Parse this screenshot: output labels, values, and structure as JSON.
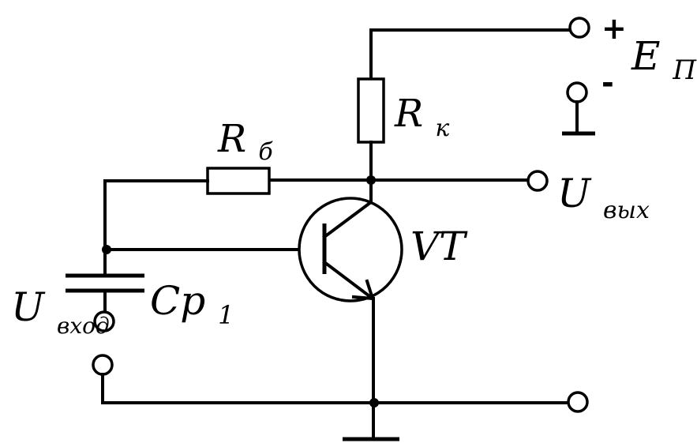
{
  "labels": {
    "supply_plus": "+",
    "supply_minus": "-",
    "supply_main": "E",
    "supply_sub": "П",
    "collector_res_main": "R",
    "collector_res_sub": "к",
    "base_res_main": "R",
    "base_res_sub": "б",
    "output_main": "U",
    "output_sub": "вых",
    "input_main": "U",
    "input_sub": "вход",
    "transistor": "VT",
    "capacitor_main": "Cp",
    "capacitor_sub": "1"
  }
}
